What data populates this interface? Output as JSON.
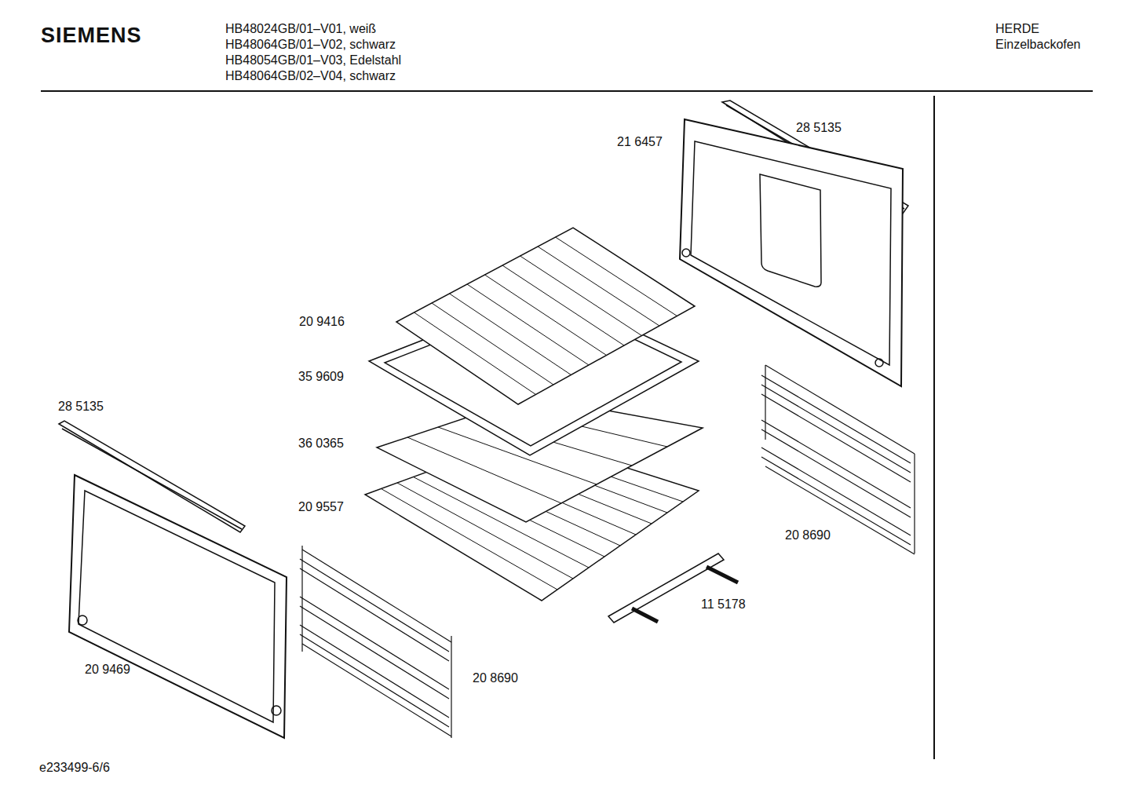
{
  "diagram": {
    "labels": [
      "SIEMENS",
      "HB48024GB/01–V01, weiß",
      "HB48064GB/01–V02, schwarz",
      "HB48054GB/01–V03, Edelstahl",
      "HB48064GB/02–V04, schwarz",
      "HERDE",
      "Einzelbackofen",
      "21 6457",
      "28 5135",
      "20 9416",
      "35 9609",
      "28 5135",
      "36 0365",
      "20 9557",
      "20 8690",
      "11 5178",
      "20 9469",
      "20 8690",
      "e233499-6/6"
    ]
  }
}
